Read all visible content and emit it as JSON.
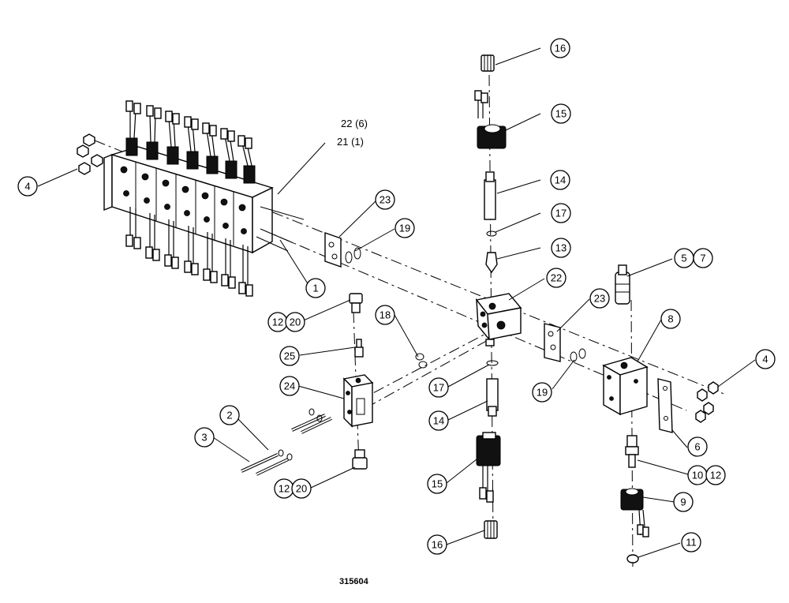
{
  "drawing_number": "315604",
  "callouts": [
    {
      "id": "c1",
      "label": "1"
    },
    {
      "id": "c2",
      "label": "2"
    },
    {
      "id": "c3",
      "label": "3"
    },
    {
      "id": "c4a",
      "label": "4"
    },
    {
      "id": "c4b",
      "label": "4"
    },
    {
      "id": "c5",
      "label": "5"
    },
    {
      "id": "c7",
      "label": "7"
    },
    {
      "id": "c6",
      "label": "6"
    },
    {
      "id": "c8",
      "label": "8"
    },
    {
      "id": "c9",
      "label": "9"
    },
    {
      "id": "c10",
      "label": "10"
    },
    {
      "id": "c12c",
      "label": "12"
    },
    {
      "id": "c11",
      "label": "11"
    },
    {
      "id": "c12a",
      "label": "12"
    },
    {
      "id": "c20a",
      "label": "20"
    },
    {
      "id": "c12b",
      "label": "12"
    },
    {
      "id": "c20b",
      "label": "20"
    },
    {
      "id": "c13",
      "label": "13"
    },
    {
      "id": "c14a",
      "label": "14"
    },
    {
      "id": "c14b",
      "label": "14"
    },
    {
      "id": "c15a",
      "label": "15"
    },
    {
      "id": "c15b",
      "label": "15"
    },
    {
      "id": "c16a",
      "label": "16"
    },
    {
      "id": "c16b",
      "label": "16"
    },
    {
      "id": "c17a",
      "label": "17"
    },
    {
      "id": "c17b",
      "label": "17"
    },
    {
      "id": "c18",
      "label": "18"
    },
    {
      "id": "c19a",
      "label": "19"
    },
    {
      "id": "c19b",
      "label": "19"
    },
    {
      "id": "c22b",
      "label": "22"
    },
    {
      "id": "c23a",
      "label": "23"
    },
    {
      "id": "c23b",
      "label": "23"
    },
    {
      "id": "c24",
      "label": "24"
    },
    {
      "id": "c25",
      "label": "25"
    }
  ],
  "qty_labels": {
    "q22": "22 (6)",
    "q21": "21 (1)"
  }
}
